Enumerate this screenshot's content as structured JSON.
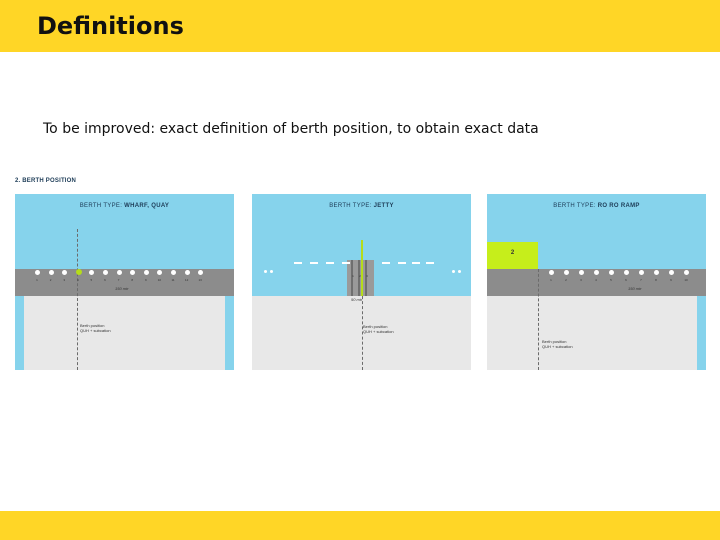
{
  "slide": {
    "title": "Definitions",
    "subtitle": "To be improved: exact definition of berth position, to obtain exact data"
  },
  "figure": {
    "section_label": "2. BERTH POSITION",
    "panels": [
      {
        "heading_prefix": "BERTH TYPE: ",
        "heading_type": "WHARF, QUAY",
        "bollard_numbers": [
          "1",
          "2",
          "3",
          "4",
          "5",
          "6",
          "7",
          "8",
          "9",
          "10",
          "11",
          "12",
          "13"
        ],
        "active_bollard": 4,
        "measure": "150 mtr",
        "note_line1": "Berth position",
        "note_line2": "QUH + subcation"
      },
      {
        "heading_prefix": "BERTH TYPE: ",
        "heading_type": "JETTY",
        "jetty_numbers": [
          "1",
          "2",
          "3"
        ],
        "measure": "50 mtr",
        "note_line1": "Berth position",
        "note_line2": "QUH + subcation"
      },
      {
        "heading_prefix": "BERTH TYPE: ",
        "heading_type": "RO RO RAMP",
        "ramp_number": "2",
        "bollard_numbers": [
          "1",
          "2",
          "3",
          "4",
          "5",
          "6",
          "7",
          "8",
          "9",
          "10"
        ],
        "measure": "150 mtr",
        "note_line1": "Berth position",
        "note_line2": "QUH + subcation"
      }
    ]
  },
  "colors": {
    "bar_yellow": "#ffd626",
    "water": "#86d3ec",
    "quay": "#8c8c8c",
    "land": "#e8e8e8",
    "highlight_green": "#b5dc1a"
  }
}
